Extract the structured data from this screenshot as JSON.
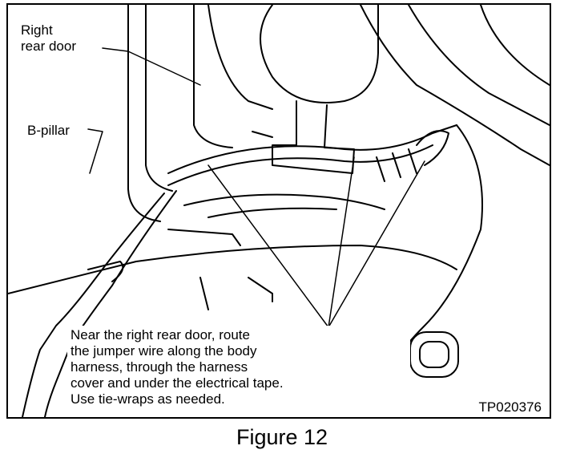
{
  "labels": {
    "door_line1": "Right",
    "door_line2": "rear door",
    "pillar": "B-pillar"
  },
  "note_lines": [
    "Near the right rear door, route",
    "the jumper wire along the body",
    "harness, through the harness",
    "cover and under the electrical tape.",
    "Use tie-wraps as needed."
  ],
  "code": "TP020376",
  "caption": "Figure 12"
}
